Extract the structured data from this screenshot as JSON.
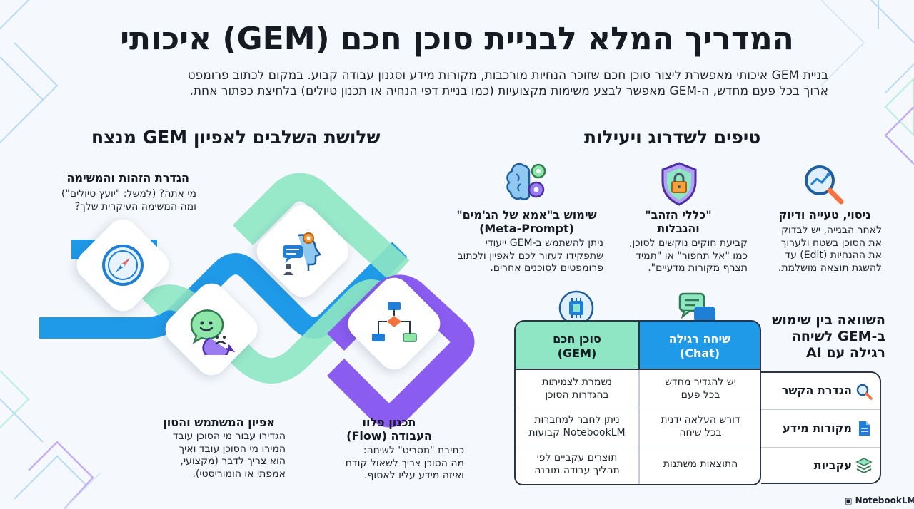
{
  "title": "המדריך המלא לבניית סוכן חכם (GEM) איכותי",
  "intro_lines": [
    "בניית GEM איכותי מאפשרת ליצור סוכן חכם שזוכר הנחיות מורכבות, מקורות מידע וסגנון עבודה קבוע. במקום לכתוב פרומפט",
    "ארוך בכל פעם מחדש, ה-GEM מאפשר לבצע משימות מקצועיות (כמו בניית דפי הנחיה או תכנון טיולים) בלחיצת כפתור אחת."
  ],
  "steps_section": {
    "title": "שלושת השלבים לאפיון GEM מנצח",
    "steps": [
      {
        "title": "הגדרת הזהות והמשימה",
        "lines": [
          "מי אתה? (למשל: \"יועץ טיולים\")",
          "ומה המשימה העיקרית שלך?"
        ],
        "icon": "compass-icon"
      },
      {
        "title": "אפיון המשתמש והטון",
        "lines": [
          "הגדירו עבור מי הסוכן עובד",
          "המירו מי הסוכן עובד ואיך",
          "הוא צריך לדבר (מקצועי,",
          "אמפתי או הומוריסטי)."
        ],
        "icon": "chat-faces-icon"
      },
      {
        "title_lines": [
          "תכנון פלוו",
          "העבודה (Flow)"
        ],
        "lines": [
          "כתיבת \"תסריט\" לשיחה:",
          "מה הסוכן צריך לשאול קודם",
          "ואיזה מידע עליו לאסוף."
        ],
        "icon": "flowchart-icon"
      },
      {
        "icon": "head-gear-chat-icon"
      }
    ]
  },
  "tips_section": {
    "title": "טיפים לשדרוג ויעילות",
    "tips": [
      {
        "title_lines": [
          "ניסוי, טעייה ודיוק"
        ],
        "lines": [
          "לאחר הבנייה, יש לבדוק",
          "את הסוכן בשטח ולערוך",
          "את ההנחיות (Edit) עד",
          "להשגת תוצאה מושלמת."
        ],
        "icon": "magnifier-chart-icon"
      },
      {
        "title_lines": [
          "\"כללי הזהב\"",
          "והגבלות"
        ],
        "lines": [
          "קביעת חוקים נוקשים לסוכן,",
          "כמו \"אל תחפור\" או \"תמיד",
          "תצרף מקורות מדעיים\"."
        ],
        "icon": "shield-lock-icon"
      },
      {
        "title_lines": [
          "שימוש ב\"אמא של הג'מים\"",
          "(Meta-Prompt)"
        ],
        "lines": [
          "ניתן להשתמש ב-GEM ייעודי",
          "שתפקידו לעזור לכם לאפיין ולכתוב",
          "פרומפטים לסוכנים אחרים."
        ],
        "icon": "brain-gears-icon"
      }
    ]
  },
  "comparison": {
    "heading_lines": [
      "השוואה בין שימוש",
      "ב-GEM לשיחה",
      "רגילה עם AI"
    ],
    "col_regular_lines": [
      "שיחה רגילה",
      "(Chat)"
    ],
    "col_gem_lines": [
      "סוכן חכם",
      "(GEM)"
    ],
    "rows": [
      {
        "label": "הגדרת הקשר",
        "icon": "search-icon",
        "regular_lines": [
          "יש להגדיר מחדש",
          "בכל פעם"
        ],
        "gem_lines": [
          "נשמרת לצמיתות",
          "בהגדרות הסוכן"
        ]
      },
      {
        "label": "מקורות מידע",
        "icon": "document-icon",
        "regular_lines": [
          "דורש העלאה ידנית",
          "בכל שיחה"
        ],
        "gem_lines": [
          "ניתן לחבר למחברות",
          "NotebookLM קבועות"
        ]
      },
      {
        "label": "עקביות",
        "icon": "layers-icon",
        "regular_lines": [
          "התוצאות משתנות"
        ],
        "gem_lines": [
          "תוצרים עקביים לפי",
          "תהליך עבודה מובנה"
        ]
      }
    ]
  },
  "brand": "NotebookLM",
  "colors": {
    "blue": "#1f9ae8",
    "mint": "#8ee6c4",
    "purple": "#8a5cf0",
    "dark": "#161a22"
  }
}
